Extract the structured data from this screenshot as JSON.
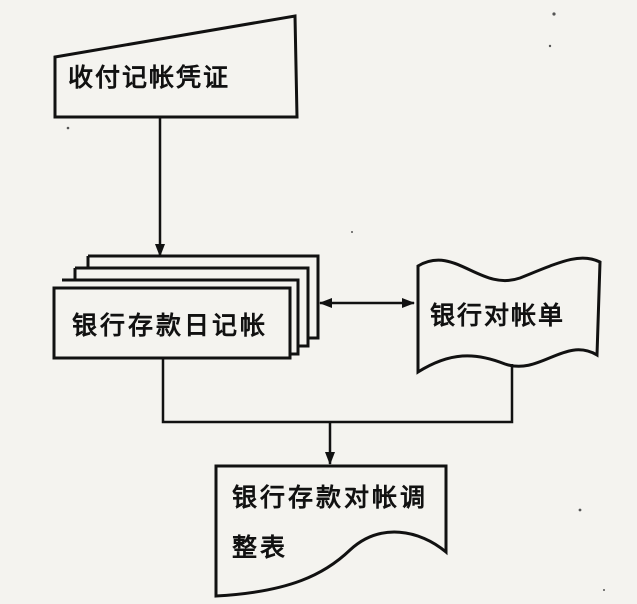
{
  "diagram": {
    "nodes": {
      "voucher": {
        "label": "收付记帐凭证",
        "shape": "manual-input"
      },
      "journal": {
        "label": "银行存款日记帐",
        "shape": "multi-document"
      },
      "statement": {
        "label": "银行对帐单",
        "shape": "punched-tape"
      },
      "reconciliation": {
        "label_line1": "银行存款对帐调",
        "label_line2": "整表",
        "shape": "document"
      }
    },
    "edges": [
      {
        "from": "voucher",
        "to": "journal",
        "style": "arrow"
      },
      {
        "from": "journal",
        "to": "statement",
        "style": "double-arrow"
      },
      {
        "from": "journal",
        "to": "reconciliation",
        "style": "merge"
      },
      {
        "from": "statement",
        "to": "reconciliation",
        "style": "merge"
      }
    ]
  }
}
